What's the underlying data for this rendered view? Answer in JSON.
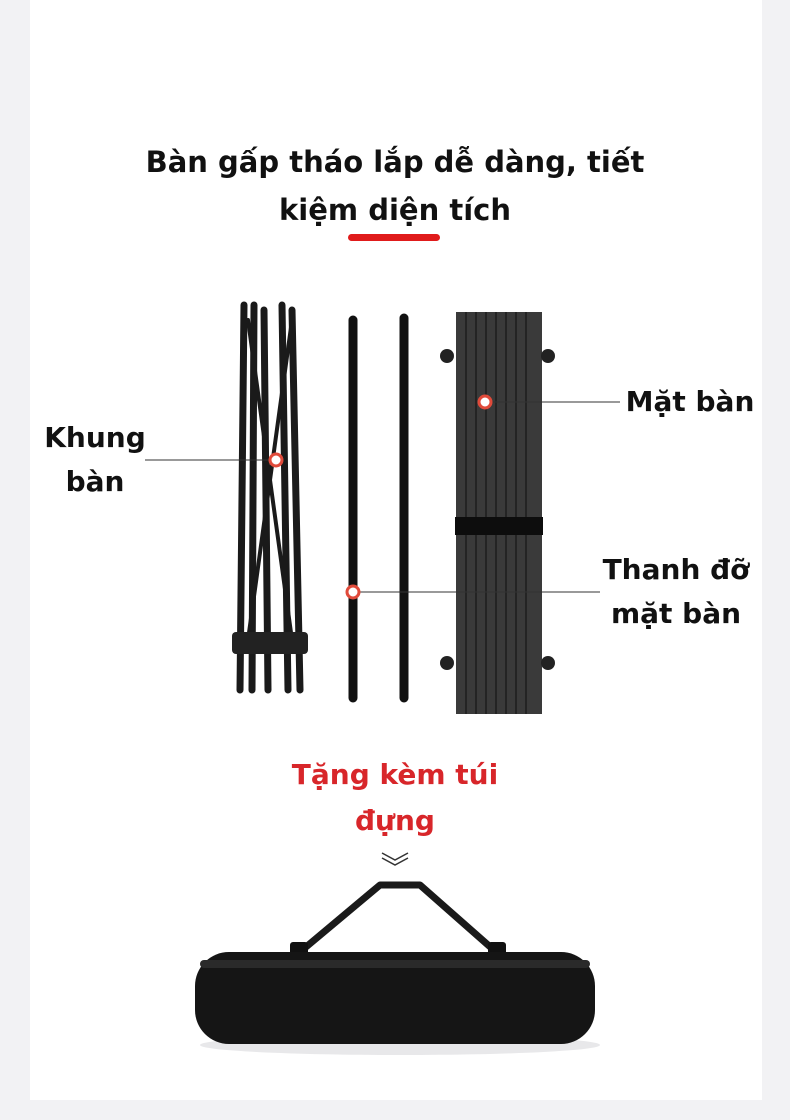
{
  "heading": {
    "line1": "Bàn gấp tháo lắp dễ dàng, tiết",
    "line2": "kiệm diện tích"
  },
  "callouts": {
    "frame": {
      "line1": "Khung",
      "line2": "bàn"
    },
    "tabletop": "Mặt bàn",
    "support": {
      "line1": "Thanh đỡ",
      "line2": "mặt bàn"
    }
  },
  "gift": {
    "line1": "Tặng kèm túi",
    "line2": "đựng"
  },
  "colors": {
    "accent": "#e01b1b",
    "gift_text": "#d8262a",
    "background": "#f2f2f4"
  }
}
